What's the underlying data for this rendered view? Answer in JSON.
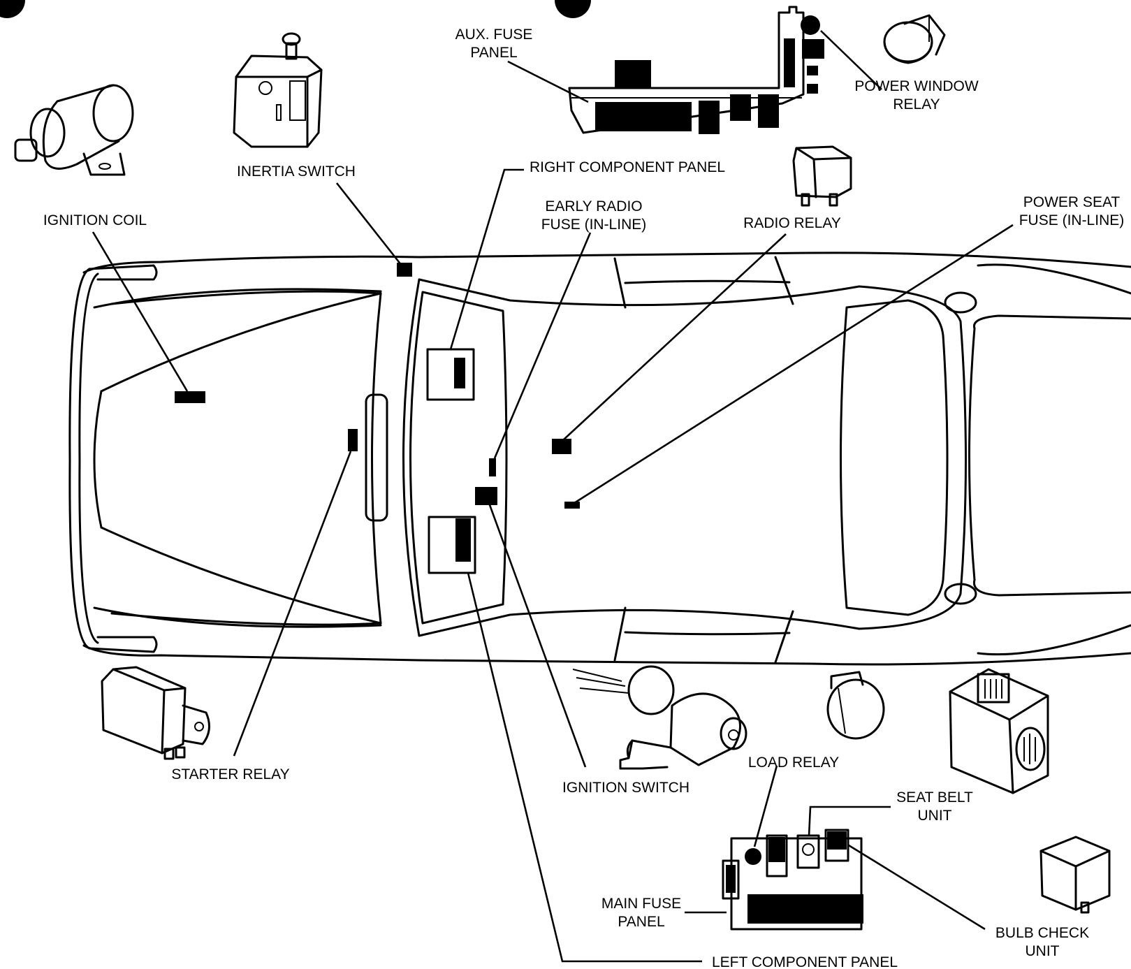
{
  "diagram": {
    "labels": {
      "aux_fuse_panel": [
        "AUX. FUSE",
        "PANEL"
      ],
      "power_window_relay": [
        "POWER WINDOW",
        "RELAY"
      ],
      "inertia_switch": "INERTIA SWITCH",
      "right_component_panel": "RIGHT COMPONENT PANEL",
      "early_radio_fuse": [
        "EARLY RADIO",
        "FUSE (IN-LINE)"
      ],
      "radio_relay": "RADIO RELAY",
      "power_seat_fuse": [
        "POWER SEAT",
        "FUSE (IN-LINE)"
      ],
      "ignition_coil": "IGNITION COIL",
      "starter_relay": "STARTER RELAY",
      "ignition_switch": "IGNITION SWITCH",
      "load_relay": "LOAD RELAY",
      "seat_belt_unit": [
        "SEAT BELT",
        "UNIT"
      ],
      "main_fuse_panel": [
        "MAIN FUSE",
        "PANEL"
      ],
      "bulb_check_unit": [
        "BULB CHECK",
        "UNIT"
      ],
      "left_component_panel": "LEFT COMPONENT PANEL"
    }
  }
}
